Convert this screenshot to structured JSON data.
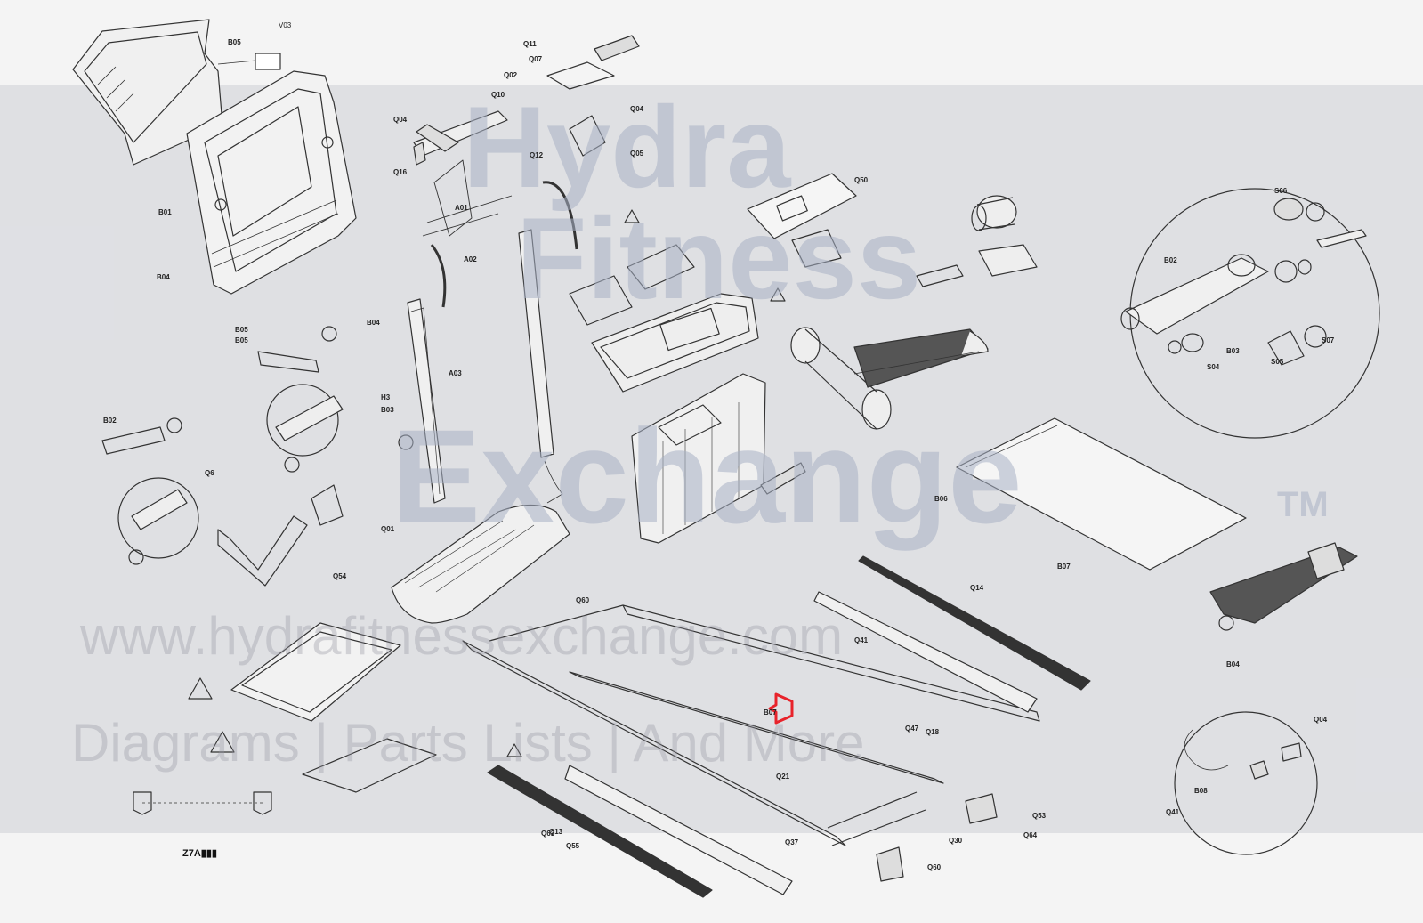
{
  "watermark": {
    "brand_line1": "Hydra",
    "brand_line2": "Fitness",
    "brand_line3": "Exchange",
    "tm": "TM",
    "url": "www.hydrafitnessexchange.com",
    "tagline": "Diagrams | Parts Lists | And More"
  },
  "diagram": {
    "code": "Z7A▮▮▮",
    "box_label": "V03",
    "highlight_color": "#e8232b",
    "labels": [
      "B05",
      "B01",
      "B04",
      "B05",
      "B05",
      "B04",
      "H3",
      "B03",
      "Q54",
      "B02",
      "Q6",
      "Q01",
      "Q60",
      "Q11",
      "Q07",
      "Q02",
      "Q04",
      "Q05",
      "Q04",
      "Q16",
      "Q10",
      "Q12",
      "A01",
      "A02",
      "A03",
      "Q50",
      "S07",
      "S06",
      "S05",
      "S04",
      "B02",
      "B03",
      "B04",
      "B07",
      "B06",
      "Q63",
      "Q64",
      "Q53",
      "Q55",
      "Q18",
      "Q47",
      "Q14",
      "Q13",
      "Q41",
      "B08",
      "Q41",
      "Q04",
      "B07",
      "Q21",
      "Q60",
      "Q37",
      "Q30"
    ]
  }
}
